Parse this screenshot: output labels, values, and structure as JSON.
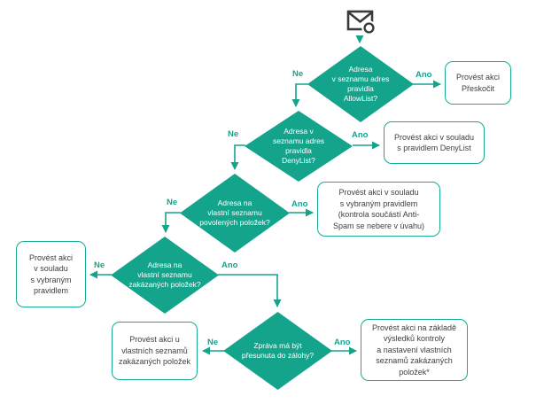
{
  "flowchart": {
    "start": {
      "icon": "message-envelope-icon"
    },
    "decisions": [
      {
        "id": "allowlist",
        "text": "Adresa\nv seznamu adres\npravidla\nAllowList?"
      },
      {
        "id": "denylist",
        "text": "Adresa v\nseznamu adres\npravidla\nDenyList?"
      },
      {
        "id": "custom-allowlist",
        "text": "Adresa na\nvlastní seznamu\npovolených položek?"
      },
      {
        "id": "custom-denylist",
        "text": "Adresa na\nvlastní seznamu\nzakázaných položek?"
      },
      {
        "id": "move-to-backup",
        "text": "Zpráva má být\npřesunuta do zálohy?"
      }
    ],
    "actions": [
      {
        "id": "skip",
        "text": "Provést akci\nPřeskočit"
      },
      {
        "id": "denylist-rule",
        "text": "Provést akci v souladu\ns pravidlem DenyList"
      },
      {
        "id": "selected-rule-antispam",
        "text": "Provést akci v souladu\ns vybraným pravidlem\n(kontrola součástí Anti-\nSpam se nebere v úvahu)"
      },
      {
        "id": "selected-rule",
        "text": "Provést akci\nv souladu\ns vybraným\npravidlem"
      },
      {
        "id": "custom-denylist-action",
        "text": "Provést akci u\nvlastních seznamů\nzakázaných položek"
      },
      {
        "id": "scan-result-action",
        "text": "Provést akci na základě\nvýsledků kontroly\na nastavení vlastních\nseznamů zakázaných\npoložek*"
      }
    ],
    "labels": {
      "yes": "Ano",
      "no": "Ne"
    }
  },
  "colors": {
    "teal": "#14a48c",
    "action_border": "#17ab91",
    "decision_text": "#ffffff",
    "action_text": "#3f3f3f",
    "icon_dark": "#3a3a3a",
    "background": "#ffffff"
  }
}
